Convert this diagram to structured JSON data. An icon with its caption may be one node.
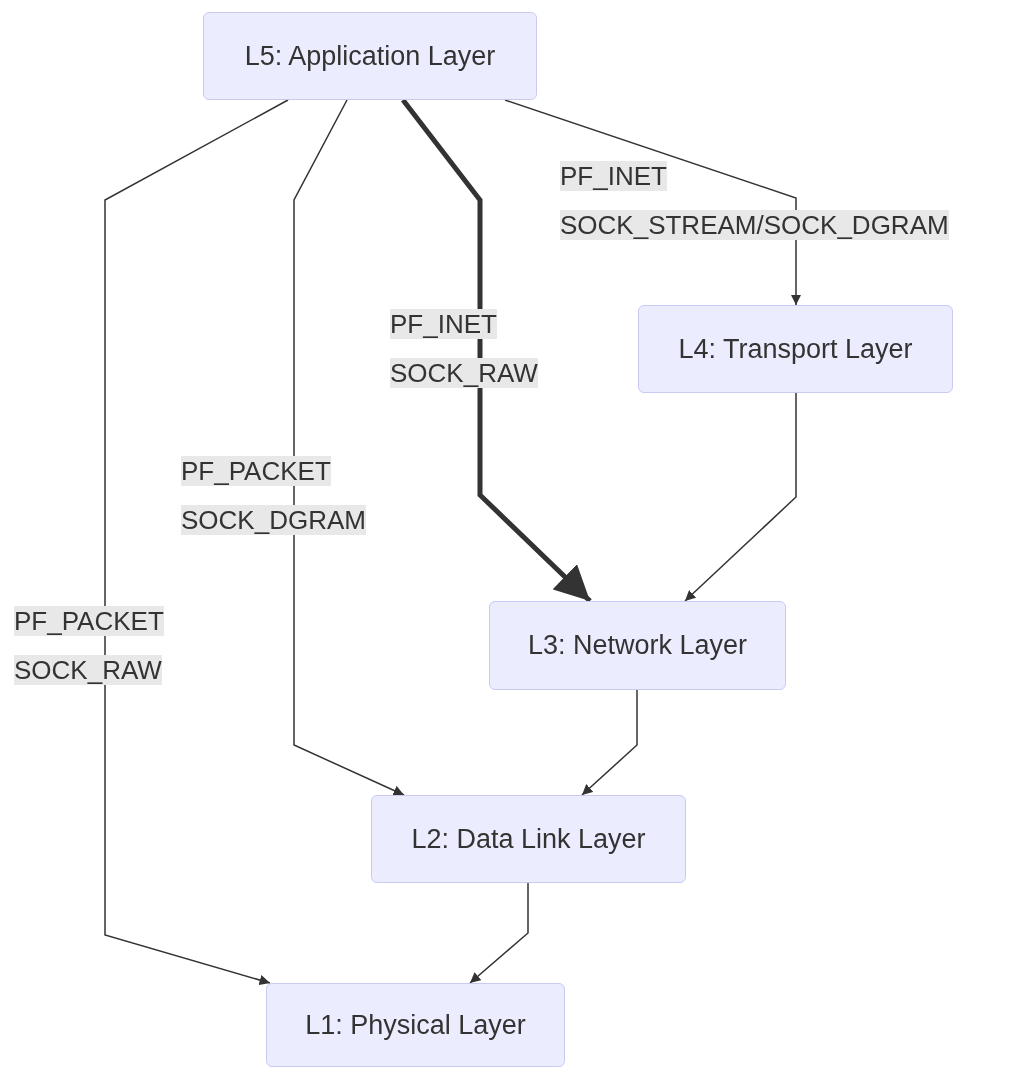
{
  "diagram": {
    "nodes": [
      {
        "text": [
          "L5: Application Layer"
        ]
      },
      {
        "text": [
          "L4: Transport Layer"
        ]
      },
      {
        "text": [
          "L3: Network Layer"
        ]
      },
      {
        "text": [
          "L2: Data Link Layer"
        ]
      },
      {
        "text": [
          "L1: Physical Layer"
        ]
      }
    ],
    "edges": [
      {
        "from": 0,
        "to": 1,
        "arrow": "to",
        "label": "PF_INET SOCK_STREAM/SOCK_DGRAM"
      },
      {
        "from": 0,
        "to": 2,
        "arrow": "to",
        "label": "PF_INET SOCK_RAW",
        "style": "thick"
      },
      {
        "from": 1,
        "to": 2,
        "arrow": "to"
      },
      {
        "from": 0,
        "to": 3,
        "arrow": "to",
        "label": "PF_PACKET SOCK_DGRAM"
      },
      {
        "from": 2,
        "to": 3,
        "arrow": "to"
      },
      {
        "from": 0,
        "to": 4,
        "arrow": "to",
        "label": "PF_PACKET SOCK_RAW"
      },
      {
        "from": 3,
        "to": 4,
        "arrow": "to"
      }
    ]
  }
}
